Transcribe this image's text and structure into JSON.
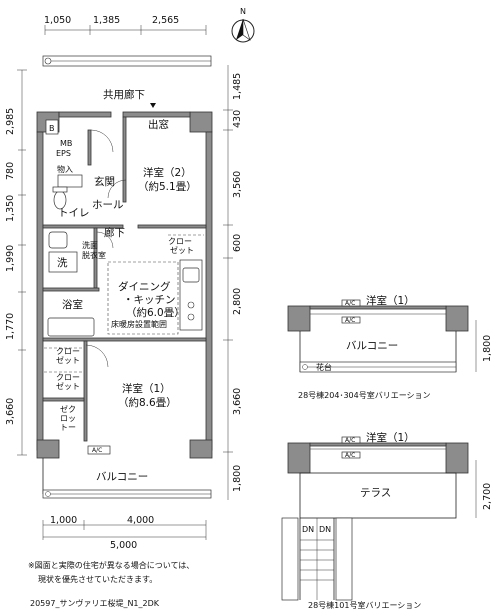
{
  "dims": {
    "top": [
      "1,050",
      "1,385",
      "2,565"
    ],
    "right": [
      "1,485",
      "430",
      "3,560",
      "600",
      "2,800",
      "3,660",
      "1,800"
    ],
    "left": [
      "2,985",
      "780",
      "1,350",
      "1,990",
      "1,770",
      "3,660"
    ],
    "bottom_row1": [
      "1,000",
      "4,000"
    ],
    "bottom_total": "5,000",
    "var1_right": "1,800",
    "var2_right": "2,700"
  },
  "compass": "N",
  "rooms": {
    "corridor": "共用廊下",
    "demado": "出窓",
    "b_box": "B",
    "mb": "MB",
    "eps": "EPS",
    "monoire": "物入",
    "genkan": "玄関",
    "toilet": "トイレ",
    "hall": "ホール",
    "yoshitsu2_name": "洋室（2）",
    "yoshitsu2_size": "（約5.1畳）",
    "rouka": "廊下",
    "closet_a": "クロー\nゼット",
    "senmen": "洗面\n脱衣室",
    "sentaku": "洗",
    "dk_name": "ダイニング\n・キッチン",
    "dk_size": "（約6.0畳）",
    "dk_floor": "床暖房設置範囲",
    "yokushitsu": "浴室",
    "closet_b": "クロー\nゼット",
    "closet_c": "クロー\nゼット",
    "yoshitsu1_name": "洋室（1）",
    "yoshitsu1_size": "（約8.6畳）",
    "closet_d": "ゼク\nロッ\nトー",
    "ac": "A/C",
    "balcony": "バルコニー"
  },
  "variation1": {
    "room": "洋室（1）",
    "balcony": "バルコニー",
    "flower": "花台",
    "caption": "28号棟204･304号室バリエーション"
  },
  "variation2": {
    "room": "洋室（1）",
    "terrace": "テラス",
    "dn": "DN",
    "caption": "28号棟101号室バリエーション"
  },
  "note": "※図面と実際の住宅が異なる場合については、\n現状を優先させていただきます。",
  "plan_id": "20597_サンヴァリエ桜堤_N1_2DK"
}
